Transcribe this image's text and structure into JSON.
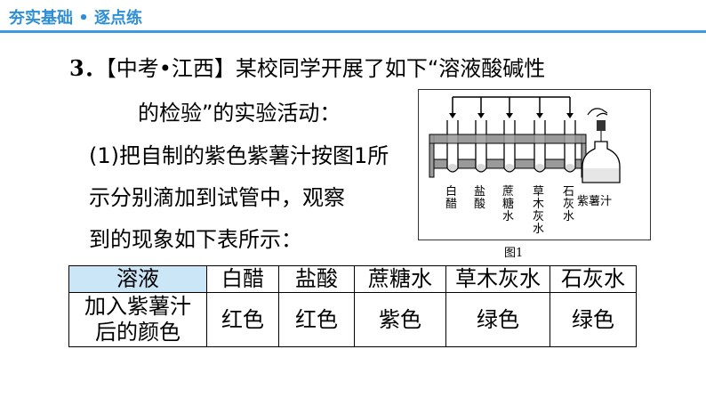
{
  "header": {
    "label": "夯实基础 • 逐点练"
  },
  "question": {
    "number": "3．",
    "line1": "【中考•江西】某校同学开展了如下“溶液酸碱性",
    "line2": "的检验”的实验活动：",
    "line3": "(1)把自制的紫色紫薯汁按图1所",
    "line4": "示分别滴加到试管中，观察",
    "line5": "到的现象如下表所示："
  },
  "figure": {
    "caption": "图1",
    "tube_labels": [
      "白醋",
      "盐酸",
      "蔗糖水",
      "草木灰水",
      "石灰水"
    ],
    "bottle_label": "紫薯汁"
  },
  "table": {
    "headers": [
      "溶液",
      "白醋",
      "盐酸",
      "蔗糖水",
      "草木灰水",
      "石灰水"
    ],
    "row_label_line1": "加入紫薯汁",
    "row_label_line2": "后的颜色",
    "values": [
      "红色",
      "红色",
      "紫色",
      "绿色",
      "绿色"
    ]
  },
  "colors": {
    "header_text": "#2f8fd6",
    "header_line": "#3a9ae0",
    "table_header_bg": "#cbe6f7"
  }
}
